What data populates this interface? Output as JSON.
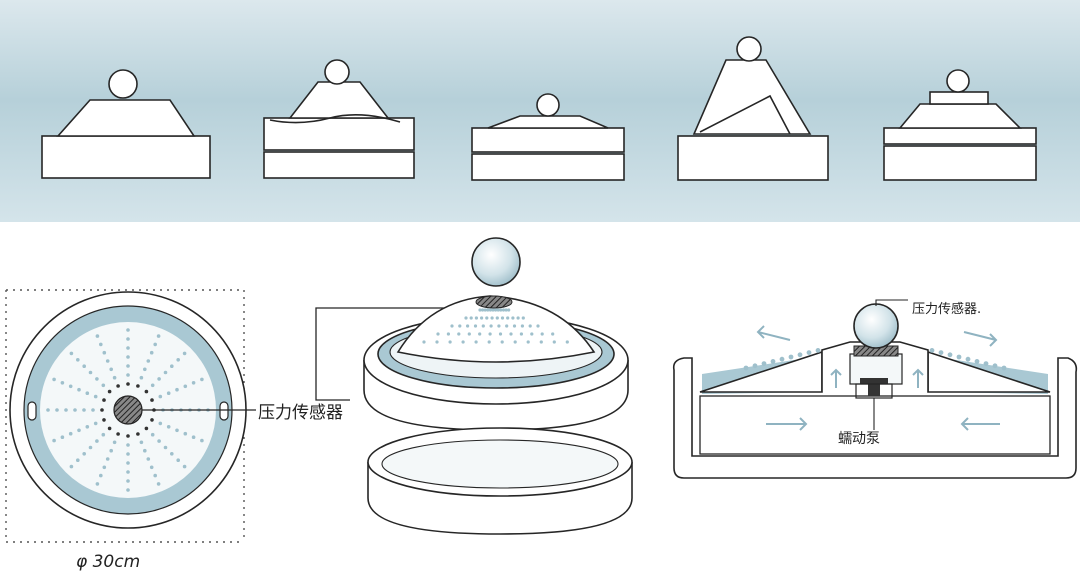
{
  "labels": {
    "top_view_sensor": "压力传感器",
    "diameter": "φ 30cm",
    "section_sensor": "压力传感器.",
    "pump": "蠕动泵"
  },
  "colors": {
    "water_blue": "#a9c8d3",
    "dot_blue": "#9fc0cc",
    "banner_top": "#dfeaee",
    "banner_mid": "#b4cfd8",
    "ink": "#262626"
  },
  "diagram": {
    "banner_stages": 5,
    "banner_stage_heights": [
      0.55,
      0.7,
      0.35,
      1.0,
      0.6
    ]
  }
}
